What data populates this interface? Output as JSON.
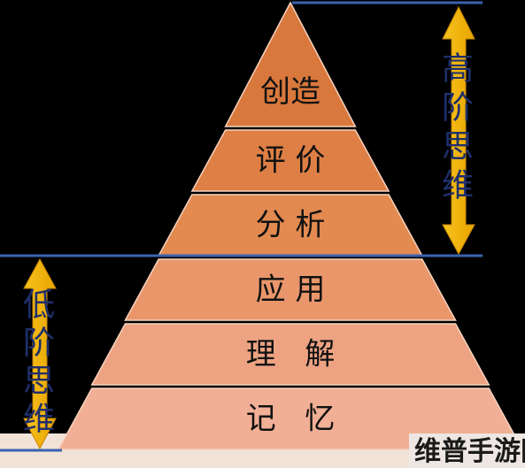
{
  "pyramid": {
    "levels": [
      {
        "label": "创造",
        "color": "#D9783C"
      },
      {
        "label": "评 价",
        "color": "#DE7F45"
      },
      {
        "label": "分 析",
        "color": "#E38A50"
      },
      {
        "label": "应 用",
        "color": "#E9966B"
      },
      {
        "label": "理   解",
        "color": "#EDA382"
      },
      {
        "label": "记   忆",
        "color": "#F1AF95"
      }
    ]
  },
  "labels": {
    "higher_order": "高阶思维",
    "lower_order": "低阶思维"
  },
  "watermark": {
    "text": "维普手游网"
  },
  "colors": {
    "background": "#000000",
    "arrow": "#F2B705",
    "guide_line": "#3A62B0",
    "footer_band": "#F2E3D8"
  }
}
